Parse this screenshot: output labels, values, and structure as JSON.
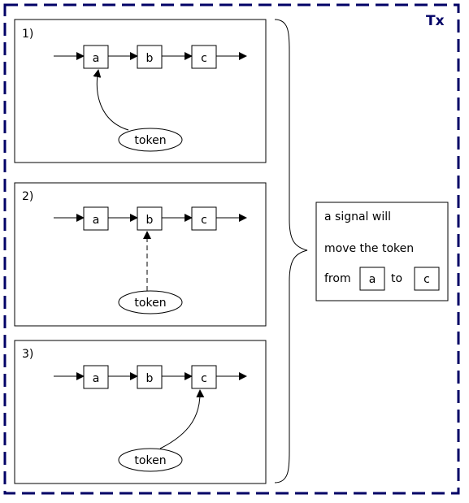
{
  "container": {
    "label": "Tx",
    "border_color": "#000066"
  },
  "panels": [
    {
      "step": "1)",
      "nodes": [
        "a",
        "b",
        "c"
      ],
      "token_label": "token",
      "token_at": 0,
      "link_style": "curved"
    },
    {
      "step": "2)",
      "nodes": [
        "a",
        "b",
        "c"
      ],
      "token_label": "token",
      "token_at": 1,
      "link_style": "dashed"
    },
    {
      "step": "3)",
      "nodes": [
        "a",
        "b",
        "c"
      ],
      "token_label": "token",
      "token_at": 2,
      "link_style": "curved"
    }
  ],
  "note": {
    "line1": "a signal will",
    "line2": "move the token",
    "from_label": "from",
    "from_node": "a",
    "to_label": "to",
    "to_node": "c"
  }
}
